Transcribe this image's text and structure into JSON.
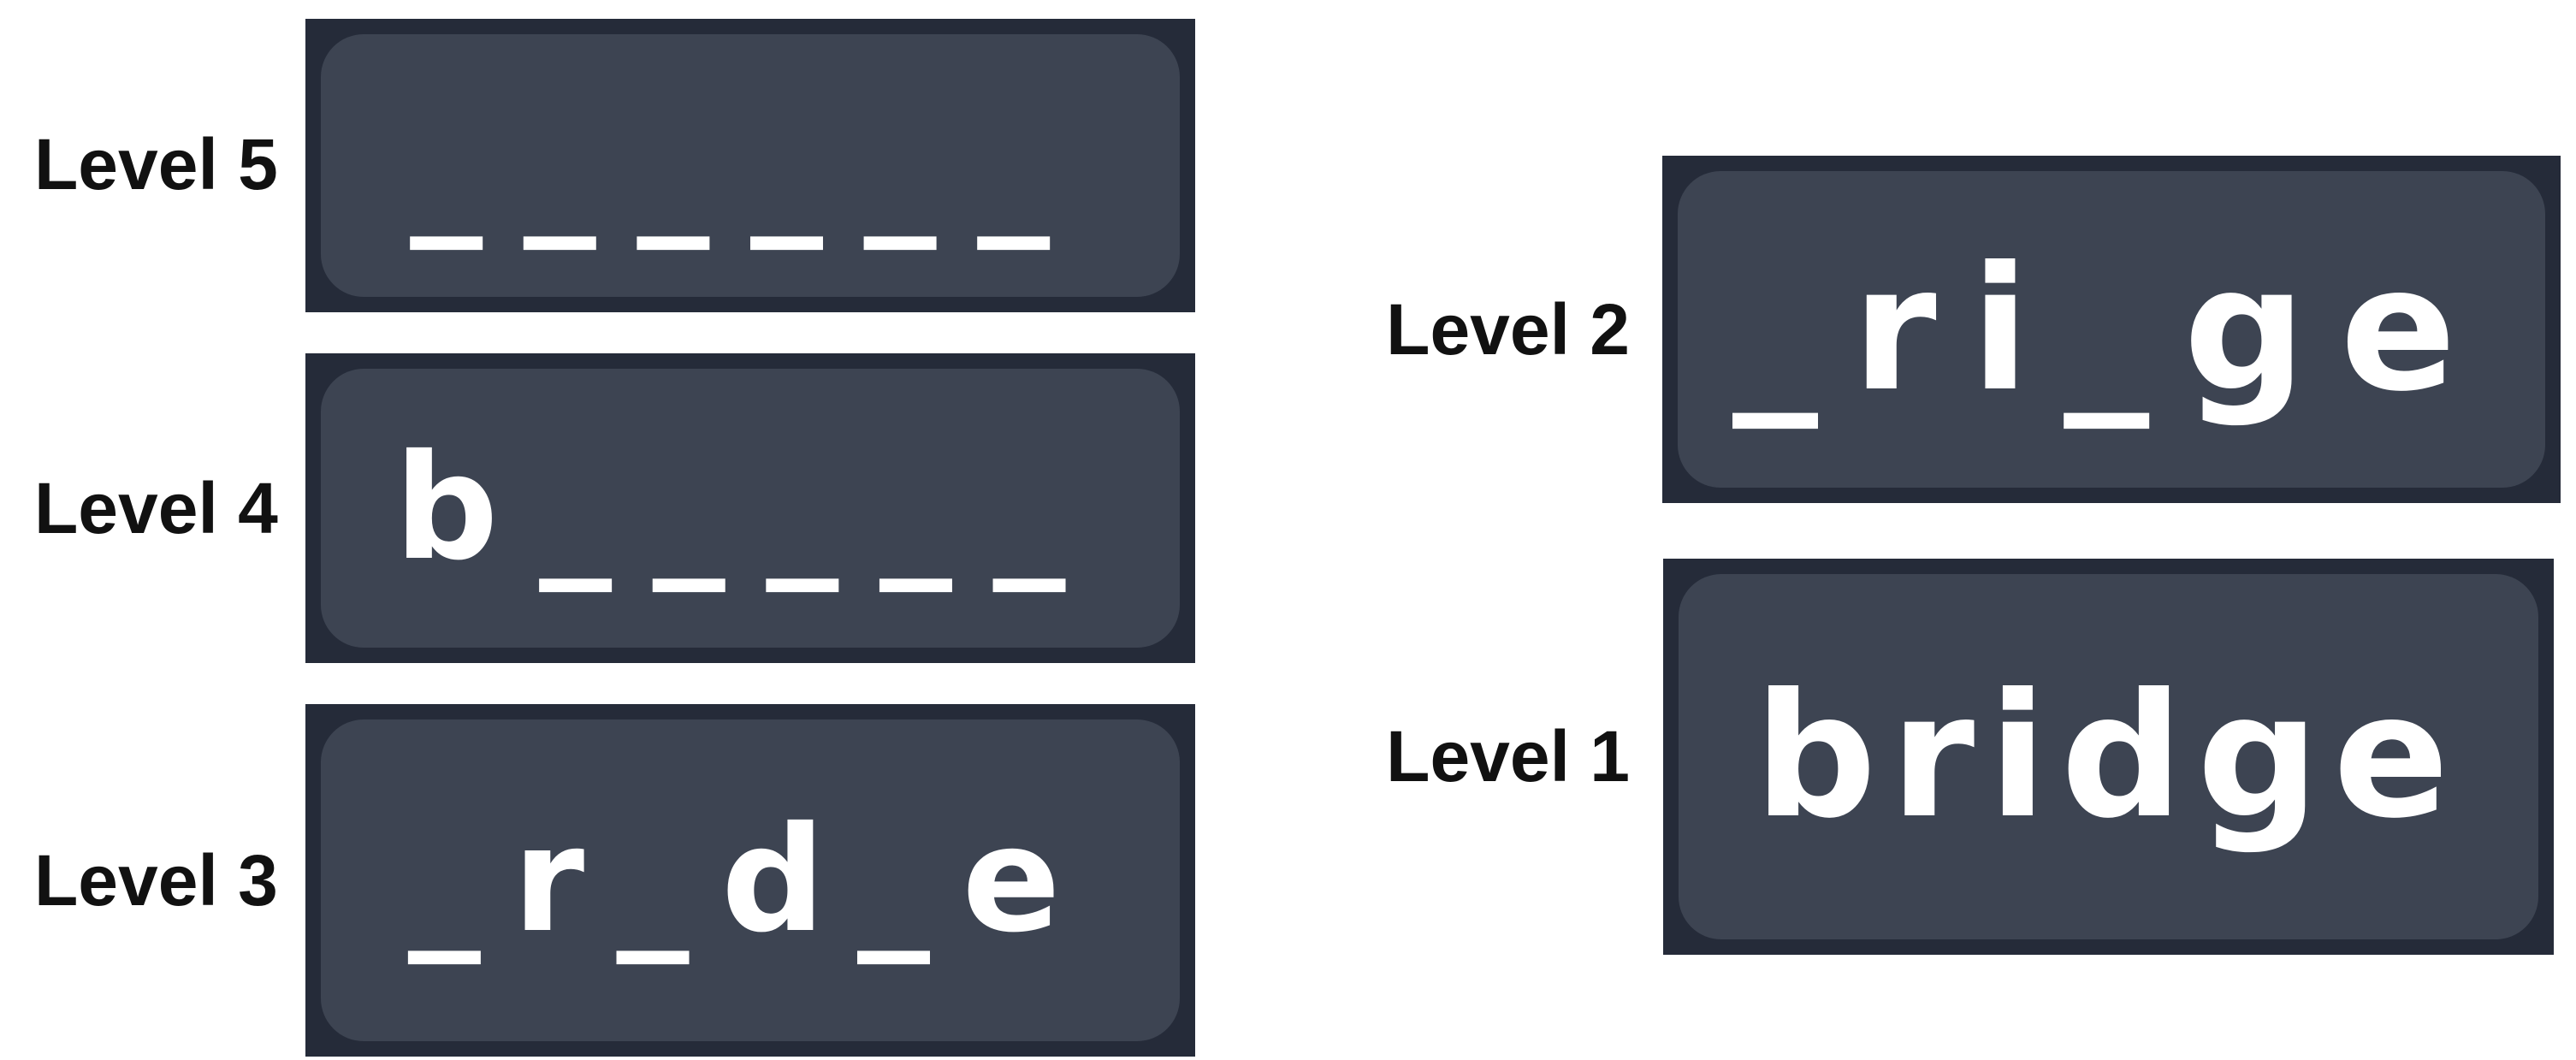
{
  "colors": {
    "background": "#ffffff",
    "card_outer": "#252b39",
    "card_inner": "#3d4452",
    "word_text": "#ffffff",
    "label_text": "#111111"
  },
  "cards": [
    {
      "label": "Level 5",
      "word": "______"
    },
    {
      "label": "Level 4",
      "word": "b_____"
    },
    {
      "label": "Level 3",
      "word": "_r_d_e"
    },
    {
      "label": "Level 2",
      "word": "_ri_ge"
    },
    {
      "label": "Level 1",
      "word": "bridge"
    }
  ]
}
